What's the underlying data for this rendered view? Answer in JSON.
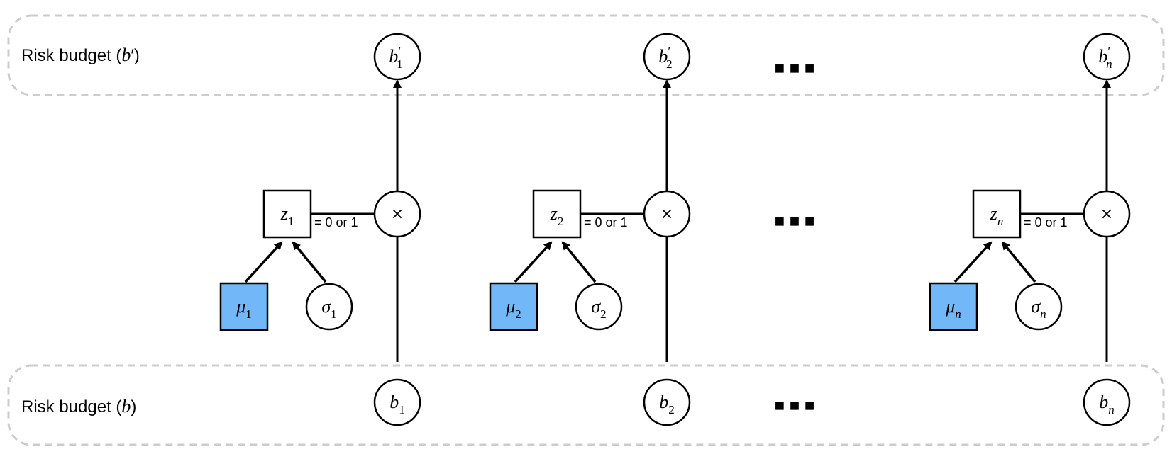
{
  "layers": {
    "top_label": {
      "prefix": "Risk budget (",
      "var": "b",
      "prime": "′",
      "suffix": ")"
    },
    "bottom_label": {
      "prefix": "Risk budget (",
      "var": "b",
      "suffix": ")"
    }
  },
  "operator_symbol": "×",
  "gate_label": "= 0 or 1",
  "ellipsis": "■ ■ ■",
  "colors": {
    "mu_fill": "#72b8f8",
    "dashed_border": "#cccccc",
    "stroke": "#000000"
  },
  "columns": [
    {
      "index": "1",
      "b": "b",
      "b_prime": "b",
      "prime": "′",
      "z": "z",
      "mu": "μ",
      "sigma": "σ",
      "sub_italic": false
    },
    {
      "index": "2",
      "b": "b",
      "b_prime": "b",
      "prime": "′",
      "z": "z",
      "mu": "μ",
      "sigma": "σ",
      "sub_italic": false
    },
    {
      "index": "n",
      "b": "b",
      "b_prime": "b",
      "prime": "′",
      "z": "z",
      "mu": "μ",
      "sigma": "σ",
      "sub_italic": true
    }
  ]
}
